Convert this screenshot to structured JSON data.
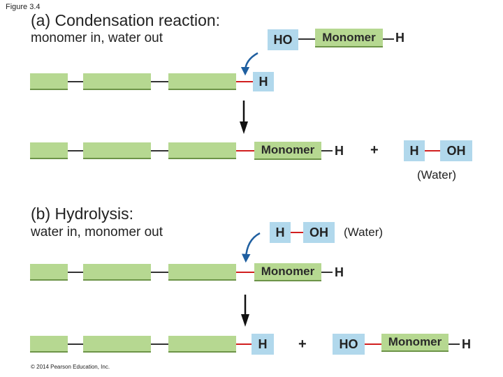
{
  "figure_label": "Figure 3.4",
  "copyright": "© 2014 Pearson Education, Inc.",
  "part_a": {
    "title": "(a) Condensation reaction:",
    "subtitle": "monomer in, water out",
    "incoming": {
      "ho": "HO",
      "monomer": "Monomer",
      "h": "H"
    },
    "chain_end_h": "H",
    "product": {
      "monomer": "Monomer",
      "h": "H"
    },
    "plus": "+",
    "water": {
      "h": "H",
      "oh": "OH",
      "label": "(Water)"
    }
  },
  "part_b": {
    "title": "(b) Hydrolysis:",
    "subtitle": "water in, monomer out",
    "water": {
      "h": "H",
      "oh": "OH",
      "label": "(Water)"
    },
    "chain_end": {
      "monomer": "Monomer",
      "h": "H"
    },
    "product_h": "H",
    "plus": "+",
    "released": {
      "ho": "HO",
      "monomer": "Monomer",
      "h": "H"
    }
  },
  "colors": {
    "monomer_fill": "#b6d891",
    "h_oh_fill": "#b1d8ec",
    "bond": "#333333",
    "highlight_bond": "#d11f1f",
    "reaction_arrow": "#1f5fa0"
  }
}
